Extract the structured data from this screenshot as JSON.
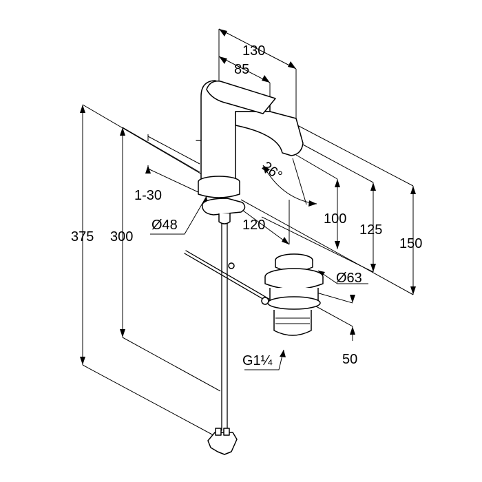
{
  "drawing": {
    "dimensions": {
      "width_spout": "130",
      "width_body": "85",
      "spout_angle": "26°",
      "lever_travel": "1-30",
      "body_diameter": "Ø48",
      "mount_depth": "120",
      "total_height": "375",
      "hose_height": "300",
      "spout_clearance": "100",
      "spout_height": "125",
      "overall_height": "150",
      "drain_diameter": "Ø63",
      "drain_thread": "G1¼",
      "drain_depth": "50"
    }
  }
}
